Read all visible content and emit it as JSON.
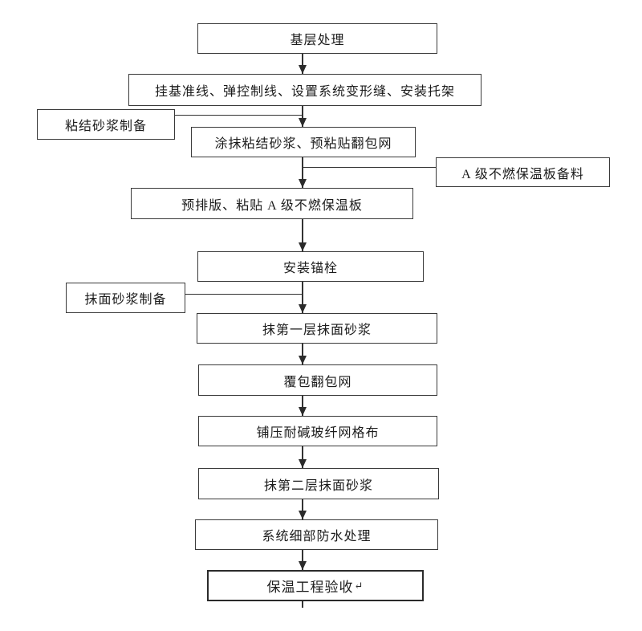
{
  "diagram": {
    "type": "flowchart",
    "language": "zh-CN",
    "background_color": "#ffffff",
    "line_color": "#333333",
    "box_border_color": "#3a3a3a",
    "text_color": "#1c1c1c",
    "steps": [
      {
        "label": "基层处理"
      },
      {
        "label": "挂基准线、弹控制线、设置系统变形缝、安装托架"
      },
      {
        "label": "涂抹粘结砂浆、预粘贴翻包网"
      },
      {
        "label": "预排版、粘贴 A 级不燃保温板"
      },
      {
        "label": "安装锚栓"
      },
      {
        "label": "抹第一层抹面砂浆"
      },
      {
        "label": "覆包翻包网"
      },
      {
        "label": "铺压耐碱玻纤网格布"
      },
      {
        "label": "抹第二层抹面砂浆"
      },
      {
        "label": "系统细部防水处理"
      },
      {
        "label": "保温工程验收"
      }
    ],
    "side_inputs": [
      {
        "label": "粘结砂浆制备",
        "feeds_into": "涂抹粘结砂浆、预粘贴翻包网"
      },
      {
        "label": "A 级不燃保温板备料",
        "feeds_into": "预排版、粘贴 A 级不燃保温板"
      },
      {
        "label": "抹面砂浆制备",
        "feeds_into": "抹第一层抹面砂浆"
      }
    ],
    "end_return_mark": "↵"
  }
}
